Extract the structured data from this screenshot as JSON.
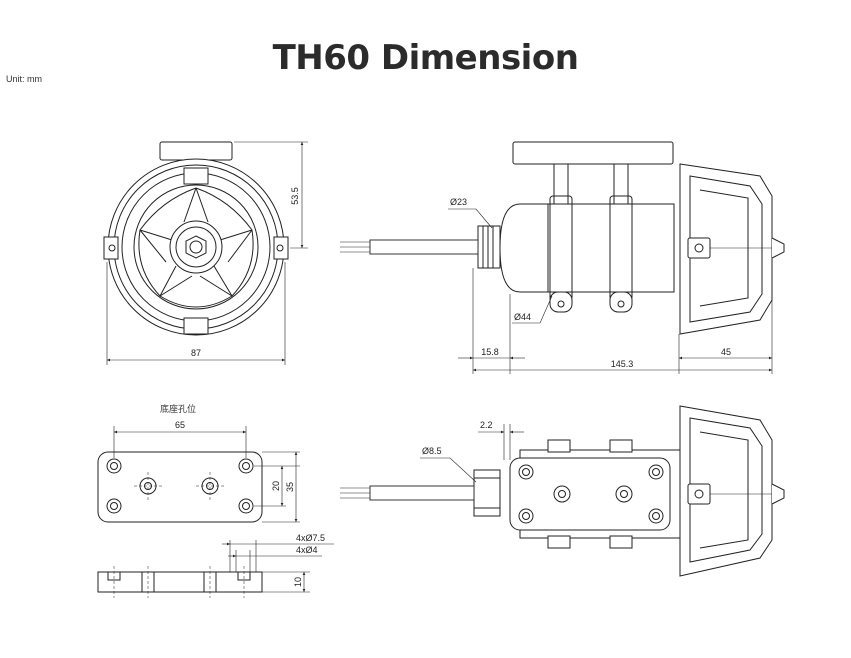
{
  "title": "TH60 Dimension",
  "unit_label": "Unit: mm",
  "front_view": {
    "height_label": "53.5",
    "width_label": "87"
  },
  "side_view": {
    "d23_label": "Ø23",
    "d44_label": "Ø44",
    "offset_label": "15.8",
    "length_label": "145.3",
    "rear_label": "45"
  },
  "base_plate": {
    "heading": "底座孔位",
    "spacing_label": "65",
    "inner_label": "20",
    "outer_label": "35",
    "hole_large_label": "4xØ7.5",
    "hole_small_label": "4xØ4",
    "thickness_label": "10"
  },
  "top_view": {
    "gap_label": "2.2",
    "d85_label": "Ø8.5"
  }
}
